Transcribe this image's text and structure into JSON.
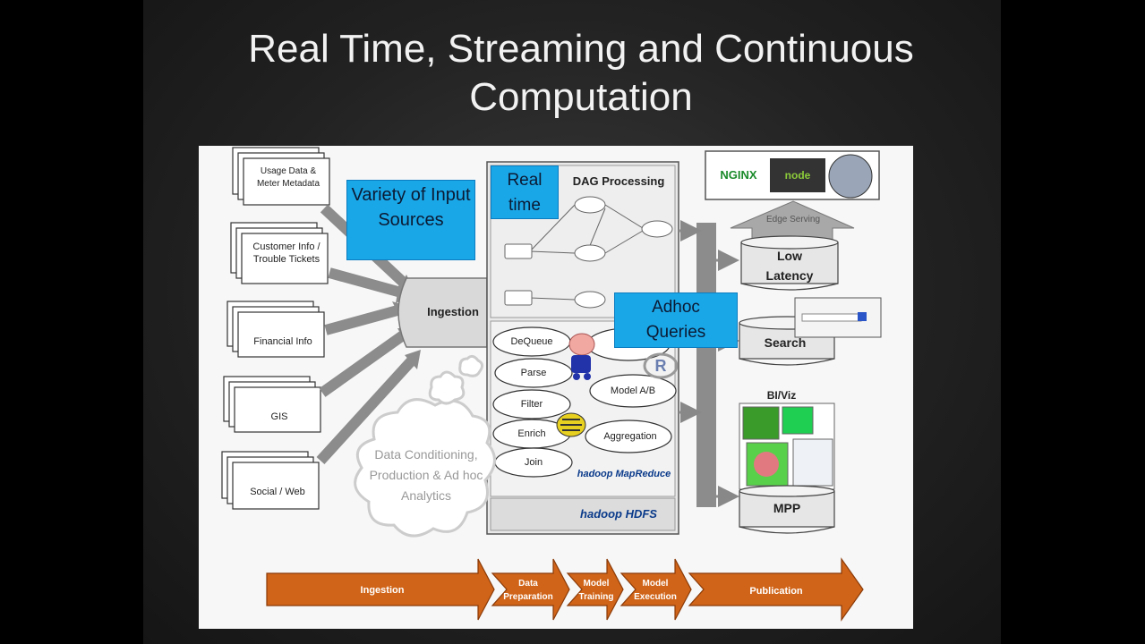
{
  "slide": {
    "title_line1": "Real Time, Streaming and Continuous",
    "title_line2": "Computation"
  },
  "sources": {
    "label": "Variety of Input Sources",
    "items": [
      "Usage Data & Meter Metadata",
      "Customer Info / Trouble Tickets",
      "Financial Info",
      "GIS",
      "Social / Web"
    ]
  },
  "ingestion": "Ingestion",
  "realtime": {
    "label": "Real time",
    "dag_title": "DAG Processing"
  },
  "adhoc": {
    "label": "Adhoc Queries",
    "ops": [
      "DeQueue",
      "Parse",
      "Filter",
      "Enrich",
      "Join",
      "Model A/B",
      "Aggregation"
    ]
  },
  "logos": {
    "r": "R",
    "hadoop_mapreduce": "hadoop MapReduce",
    "hadoop_hdfs": "hadoop HDFS",
    "nginx": "NGINX",
    "node": "node"
  },
  "cloud_text": "Data Conditioning, Production & Ad hoc Analytics",
  "outputs": {
    "edge": "Edge Serving",
    "low_latency": "Low Latency",
    "search": "Search",
    "biviz": "BI/Viz",
    "mpp": "MPP"
  },
  "pipeline": [
    "Ingestion",
    "Data Preparation",
    "Model Training",
    "Model Execution",
    "Publication"
  ],
  "colors": {
    "cyan": "#1aa7e8",
    "orange": "#d06418",
    "arrow": "#8c8c8c"
  }
}
